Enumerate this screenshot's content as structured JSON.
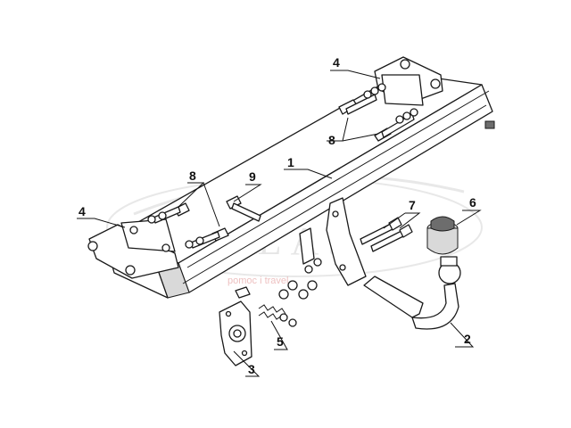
{
  "callouts": {
    "main_beam": "1",
    "ball_neck": "2",
    "socket_plate": "3",
    "side_bracket_left": "4",
    "side_bracket_right": "4",
    "socket_bolts": "5",
    "ball_cap": "6",
    "neck_bolts": "7",
    "bolt_set_left": "8",
    "bolt_set_right": "8",
    "single_bolt": "9"
  },
  "watermark": {
    "text": "ATLAS",
    "subtext": "pomoc i travel"
  }
}
